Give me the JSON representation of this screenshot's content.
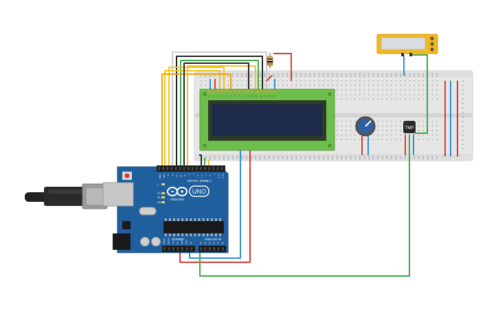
{
  "board": {
    "logo_text": "UNO",
    "brand_text": "ARDUINO",
    "header_digital": "DIGITAL (PWM~)",
    "header_power": "POWER",
    "header_analog": "ANALOG IN",
    "pin_labels_digital": [
      "AREF",
      "GND",
      "13",
      "12",
      "~11",
      "~10",
      "~9",
      "8",
      "7",
      "~6",
      "~5",
      "4",
      "~3",
      "2",
      "TX 1",
      "RX 0"
    ],
    "pin_labels_power": [
      "IOREF",
      "RESET",
      "3.3V",
      "5V",
      "GND",
      "GND",
      "Vin"
    ],
    "pin_labels_analog": [
      "A0",
      "A1",
      "A2",
      "A3",
      "A4",
      "A5"
    ],
    "led_labels": [
      "L",
      "TX",
      "RX",
      "ON"
    ]
  },
  "sensor": {
    "label": "TMP"
  },
  "lcd": {
    "pin_numbers": [
      "1",
      "2",
      "3",
      "4",
      "5",
      "6",
      "7",
      "8",
      "9",
      "10",
      "11",
      "12",
      "13",
      "14",
      "15",
      "16"
    ]
  },
  "colors": {
    "board_blue": "#1f5f9e",
    "lcd_green": "#6dbe4b",
    "lcd_screen": "#1e2a4a",
    "wire_red": "#d63a2f",
    "wire_black": "#222222",
    "wire_green": "#3aa845",
    "wire_blue": "#2f8fd0",
    "wire_yellow": "#f2c419",
    "wire_orange": "#e8a20c",
    "breadboard": "#e6e6e6",
    "multimeter": "#f3b81f"
  }
}
